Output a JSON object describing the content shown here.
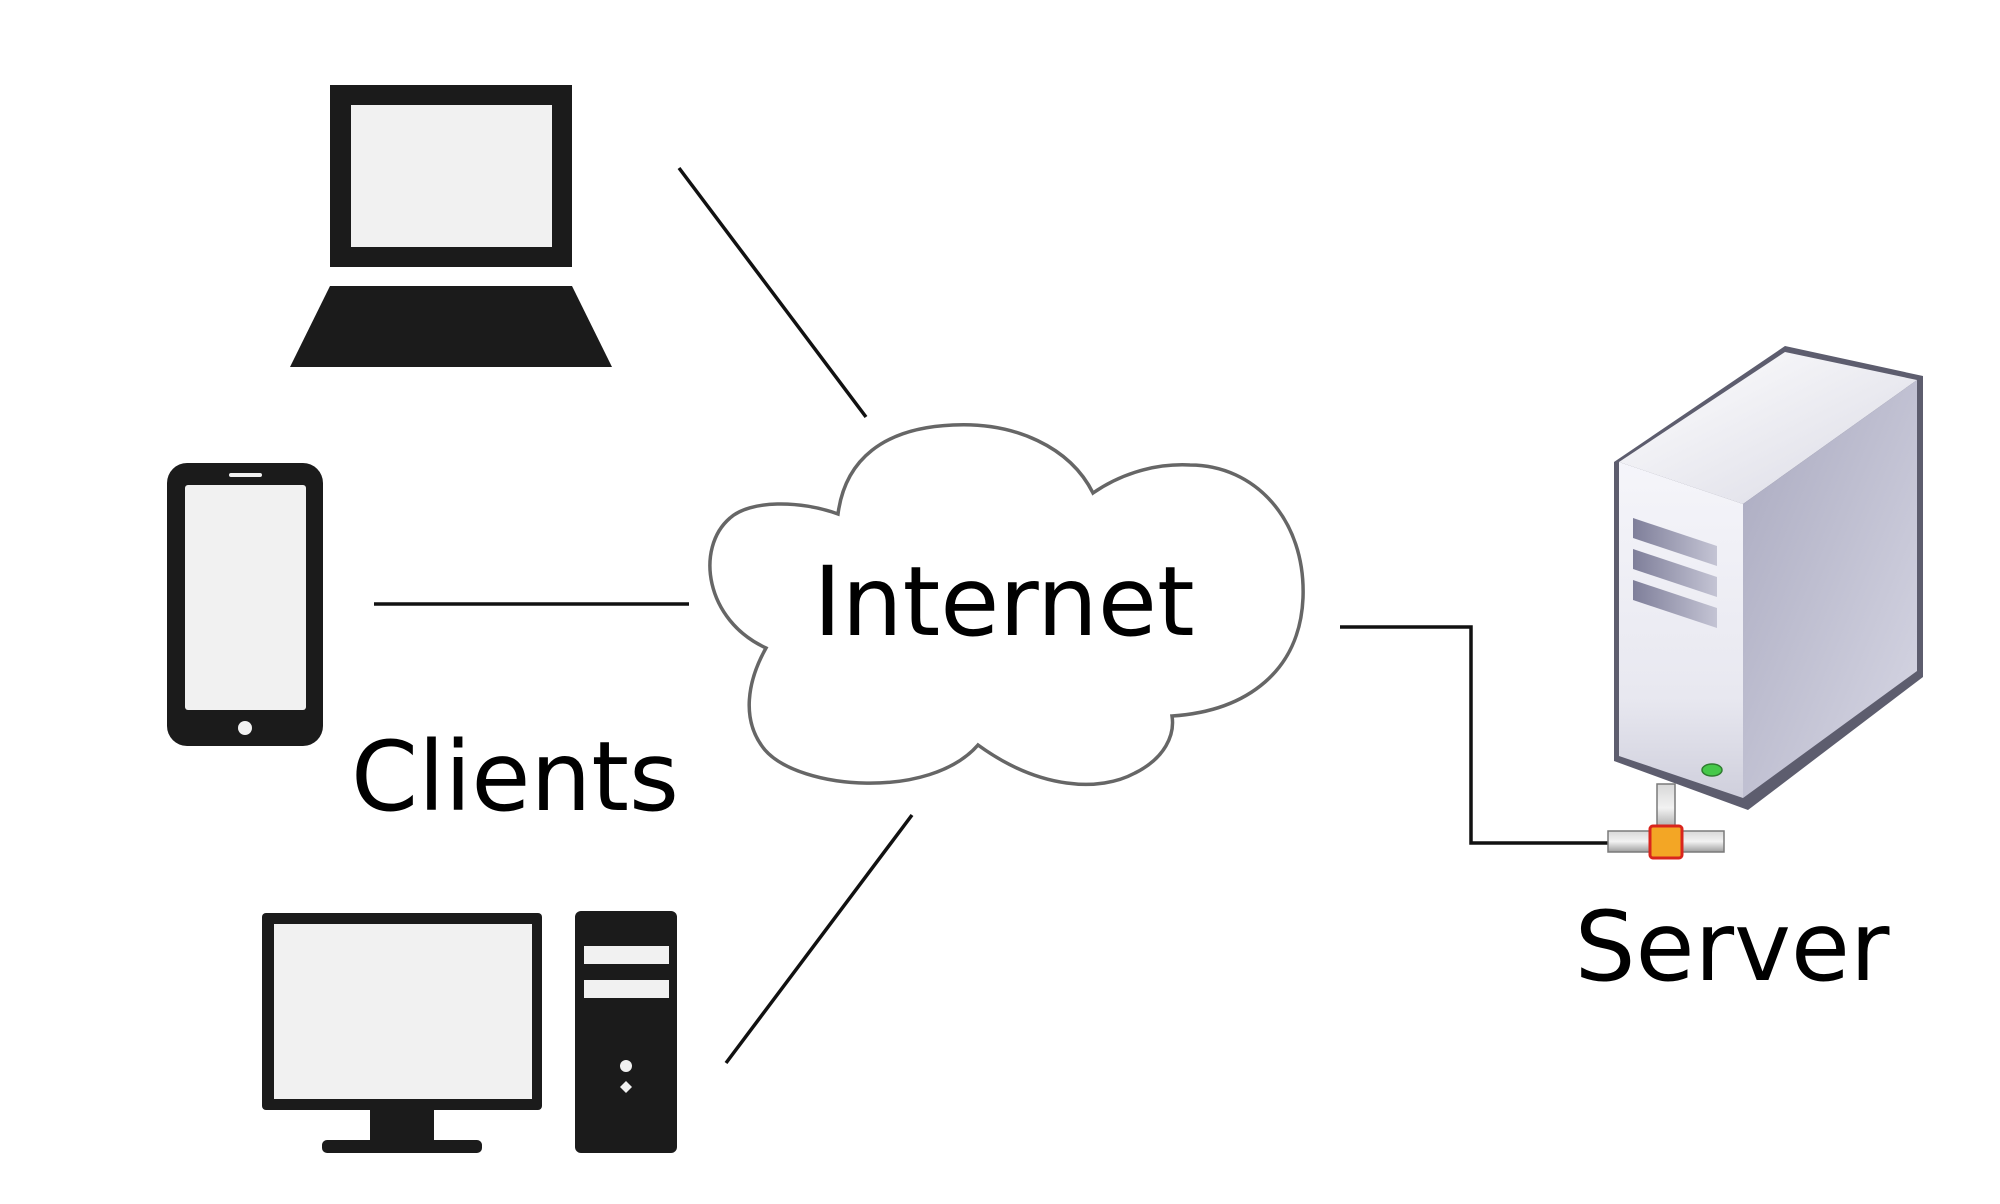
{
  "labels": {
    "internet": "Internet",
    "clients": "Clients",
    "server": "Server"
  },
  "colors": {
    "background": "#ffffff",
    "device_fill": "#1b1b1b",
    "screen_fill": "#f1f1f1",
    "cloud_stroke": "#666666",
    "line": "#111111",
    "server_body": "#e4e4ee",
    "server_side": "#b9b9cc",
    "server_outline": "#5d5d6e",
    "server_led": "#46c84a",
    "connector_orange": "#f3a625"
  },
  "icons": {
    "laptop": "laptop-icon",
    "phone": "smartphone-icon",
    "desktop": "desktop-computer-icon",
    "cloud": "cloud-icon",
    "server": "server-tower-icon",
    "network": "network-connector-icon"
  }
}
